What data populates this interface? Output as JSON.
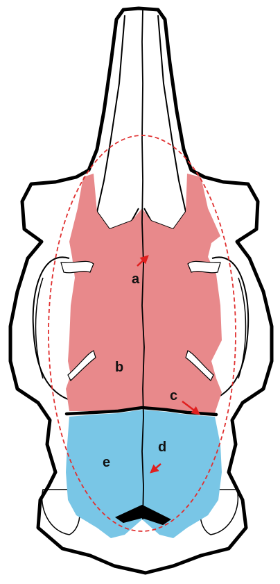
{
  "labels": {
    "a": "a",
    "b": "b",
    "c": "c",
    "d": "d",
    "e": "e"
  },
  "colors": {
    "outline": "#000000",
    "frontal_region": "#e8898b",
    "parietal_region": "#79c6e6",
    "ellipse": "#e03030",
    "arrow": "#e01f1f",
    "background": "#ffffff"
  }
}
